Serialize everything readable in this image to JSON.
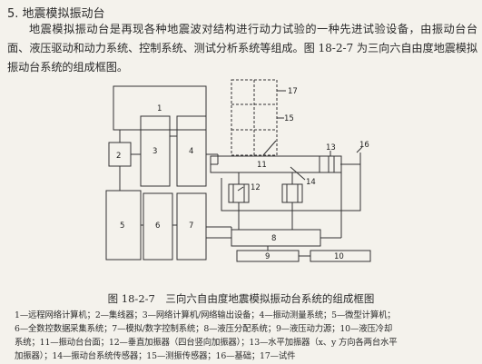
{
  "heading": "5. 地震模拟振动台",
  "paragraph": "地震模拟振动台是再现各种地震波对结构进行动力试验的一种先进试验设备，由振动台台面、液压驱动和动力系统、控制系统、测试分析系统等组成。图 18-2-7 为三向六自由度地震模拟振动台系统的组成框图。",
  "figure": {
    "labels": {
      "n1": "1",
      "n2": "2",
      "n3": "3",
      "n4": "4",
      "n5": "5",
      "n6": "6",
      "n7": "7",
      "n8": "8",
      "n9": "9",
      "n10": "10",
      "n11": "11",
      "n12": "12",
      "n13": "13",
      "n14": "14",
      "n15": "15",
      "n16": "16",
      "n17": "17"
    }
  },
  "caption": "图 18-2-7　三向六自由度地震模拟振动台系统的组成框图",
  "legend": [
    "1—远程网络计算机；2—集线器；3—网络计算机/网络输出设备；4—振动测量系统；5—微型计算机；",
    "6—全数控数据采集系统；7—模拟/数字控制系统；8—液压分配系统；9—液压动力源；10—液压冷却",
    "系统；11—振动台台面；12—垂直加振器（四台竖向加振器）；13—水平加振器（x、y 方向各两台水平",
    "加振器）；14—振动台系统传感器；15—测振传感器；16—基础；17—试件"
  ]
}
